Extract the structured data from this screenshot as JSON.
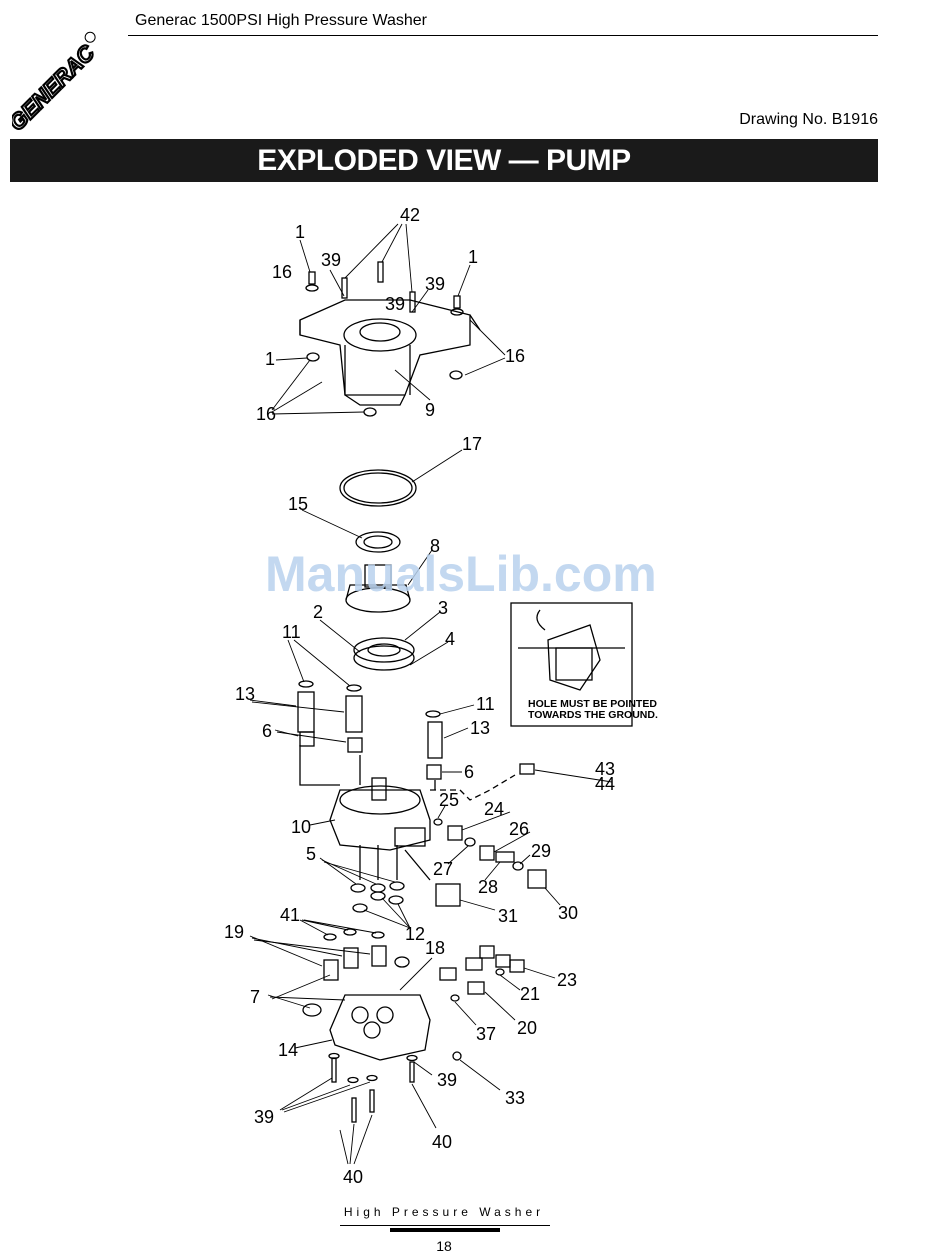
{
  "header": {
    "title": "Generac 1500PSI  High Pressure Washer",
    "logo_text": "GENERAC",
    "drawing_no": "Drawing No. B1916"
  },
  "banner": {
    "title": "EXPLODED VIEW — PUMP"
  },
  "watermark": "ManualsLib.com",
  "diagram": {
    "note_line1": "HOLE MUST BE POINTED",
    "note_line2": "TOWARDS THE GROUND.",
    "callouts": [
      "42",
      "1",
      "39",
      "39",
      "39",
      "16",
      "1",
      "16",
      "1",
      "9",
      "16",
      "17",
      "15",
      "8",
      "2",
      "3",
      "4",
      "11",
      "13",
      "6",
      "11",
      "13",
      "6",
      "43",
      "44",
      "25",
      "24",
      "26",
      "10",
      "5",
      "27",
      "29",
      "28",
      "30",
      "31",
      "12",
      "41",
      "19",
      "18",
      "23",
      "7",
      "21",
      "20",
      "37",
      "14",
      "39",
      "33",
      "39",
      "40",
      "40"
    ]
  },
  "footer": {
    "text": "High Pressure Washer",
    "page": "18"
  }
}
